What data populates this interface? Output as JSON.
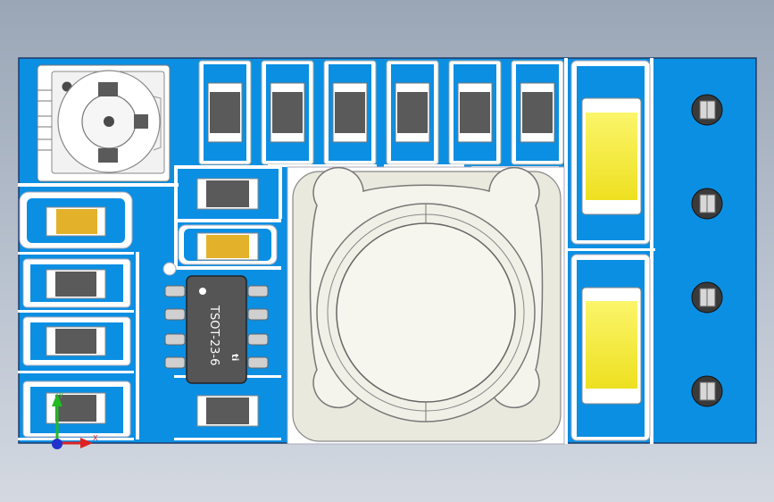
{
  "viewport": {
    "title": ""
  },
  "board": {
    "ic_label": "TSOT-23-6",
    "ic_logo": "ti"
  },
  "triad": {
    "x_label": "X",
    "y_label": "Y"
  },
  "colors": {
    "pcb": "#0b8fe3",
    "pcb_edge": "#1c3a68",
    "copper": "#ffffff",
    "component_dark": "#5a5a5a",
    "cap_tan": "#e3b22a",
    "cap_yellow": "#f7ef3a",
    "inductor": "#eeeee4",
    "pin_metal": "#c9c9c9"
  }
}
